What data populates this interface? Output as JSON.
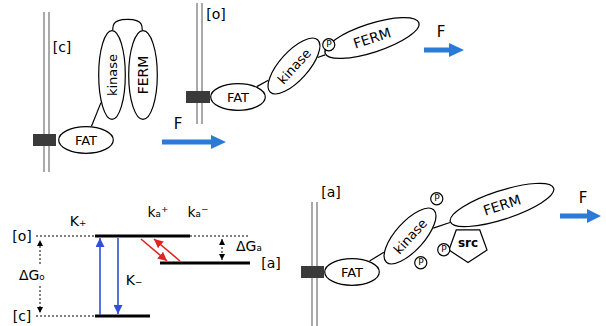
{
  "diagram": {
    "nodes": [
      {
        "text": [
          "FAT"
        ]
      },
      {
        "text": [
          "kinase"
        ]
      },
      {
        "text": [
          "FERM"
        ]
      },
      {
        "text": [
          "FAT"
        ]
      },
      {
        "text": [
          "kinase"
        ]
      },
      {
        "text": [
          "P"
        ]
      },
      {
        "text": [
          "FERM"
        ]
      },
      {
        "text": [
          "FAT"
        ]
      },
      {
        "text": [
          "kinase"
        ]
      },
      {
        "text": [
          "P"
        ]
      },
      {
        "text": [
          "FERM"
        ]
      },
      {
        "text": [
          "src"
        ]
      },
      {
        "text": [
          "P"
        ]
      },
      {
        "text": [
          "P"
        ]
      }
    ],
    "edges": [
      {
        "from": 0,
        "to": 1,
        "arrow": "none"
      },
      {
        "from": 1,
        "to": 2,
        "arrow": "none"
      },
      {
        "from": 3,
        "to": 4,
        "arrow": "none"
      },
      {
        "from": 4,
        "to": 6,
        "arrow": "none"
      },
      {
        "from": 7,
        "to": 8,
        "arrow": "none"
      },
      {
        "from": 8,
        "to": 10,
        "arrow": "none"
      }
    ],
    "labels": [
      "[c]",
      "F",
      "[o]",
      "F",
      "[a]",
      "F",
      "[o]",
      "K₊",
      "kₐ⁺",
      "kₐ⁻",
      "ΔGₐ",
      "[a]",
      "ΔGₒ",
      "K₋",
      "[c]"
    ]
  }
}
